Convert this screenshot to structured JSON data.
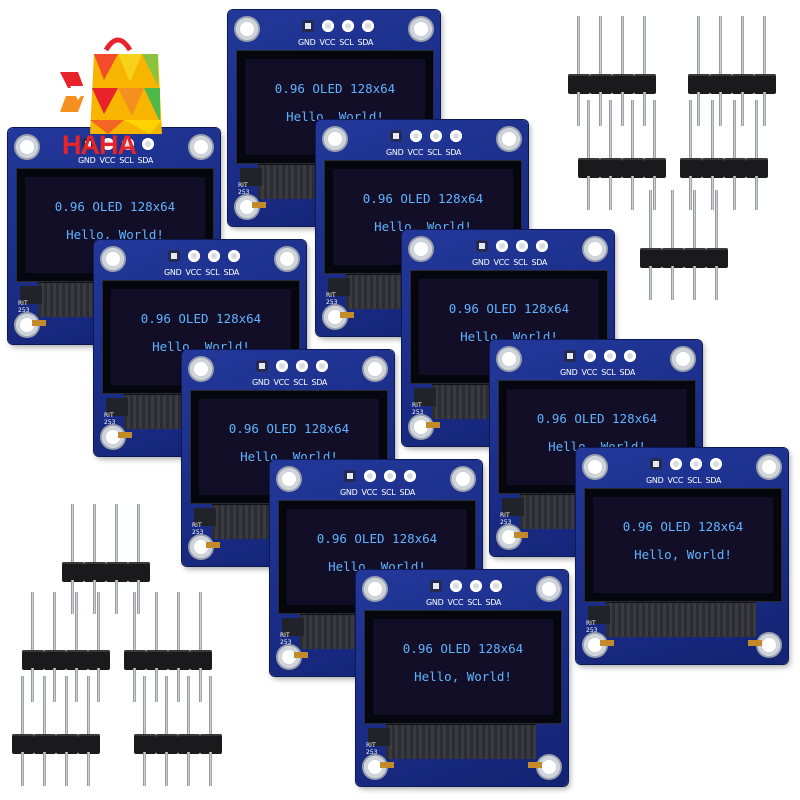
{
  "watermark": {
    "text": "HAHA"
  },
  "module": {
    "pin_labels": [
      "GND",
      "VCC",
      "SCL",
      "SDA"
    ],
    "display_line_1": "0.96 OLED 128x64",
    "display_line_2": "Hello, World!",
    "silkscreen": "RIT\n253"
  },
  "counts": {
    "oled_modules": 10,
    "pin_header_strips": 10
  },
  "colors": {
    "pcb": "#1f3290",
    "oled_text": "#5fb3ff",
    "logo_red": "#e8232a"
  }
}
